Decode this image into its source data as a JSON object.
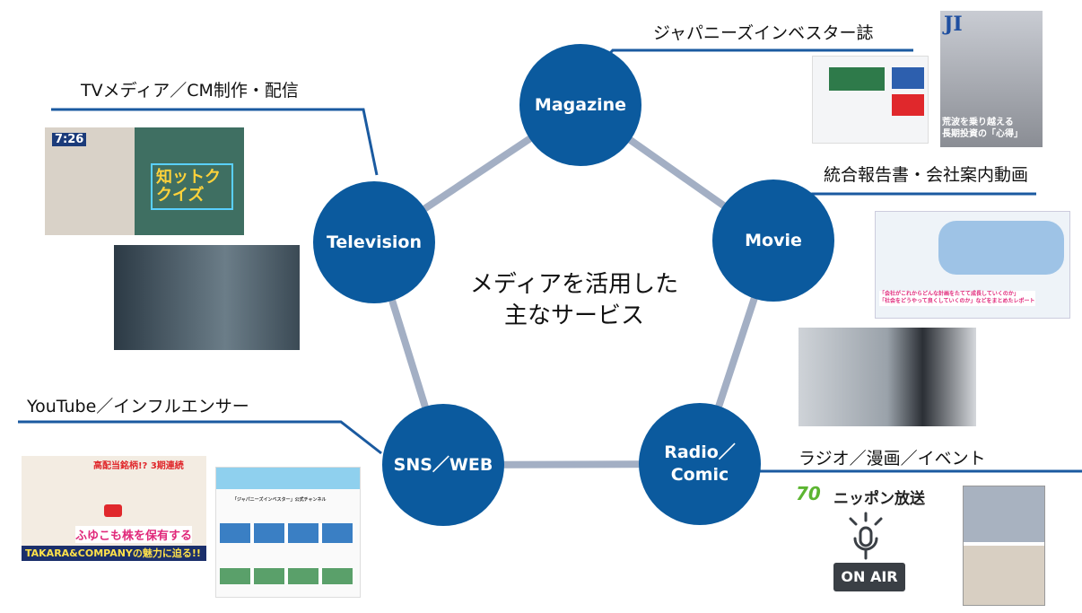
{
  "center_text": [
    "メディアを活用した",
    "主なサービス"
  ],
  "nodes": {
    "magazine": "Magazine",
    "movie": "Movie",
    "television": "Television",
    "sns_web": "SNS／WEB",
    "radio_comic": [
      "Radio／",
      "Comic"
    ]
  },
  "labels": {
    "tv": "TVメディア／CM制作・配信",
    "magazine": "ジャパニーズインベスター誌",
    "movie": "統合報告書・会社案内動画",
    "youtube": "YouTube／インフルエンサー",
    "radio": "ラジオ／漫画／イベント"
  },
  "images": {
    "tv_quiz": "知ットククイズ",
    "tv_time": "7:26",
    "magazine_logo": "JI",
    "magazine_headline": [
      "荒波を乗り越える",
      "長期投資の「心得」"
    ],
    "report_caption": [
      "「会社がこれからどんな計画をたてて成長していくのか」",
      "「社会をどうやって良くしていくのか」などをまとめたレポート"
    ],
    "youtube_banner": "TAKARA&COMPANYの魅力に迫る!!",
    "youtube_catch": "ふゆこも株を保有する",
    "youtube_top": "高配当銘柄!? 3期連続",
    "channel_title": "「ジャパニーズインベスター」公式チャンネル",
    "radio_station": "ニッポン放送",
    "radio_anniv": "70",
    "on_air": "ON AIR"
  },
  "colors": {
    "node": "#0b5a9e",
    "connector": "#a3afc4",
    "leader": "#1a5aa0"
  }
}
